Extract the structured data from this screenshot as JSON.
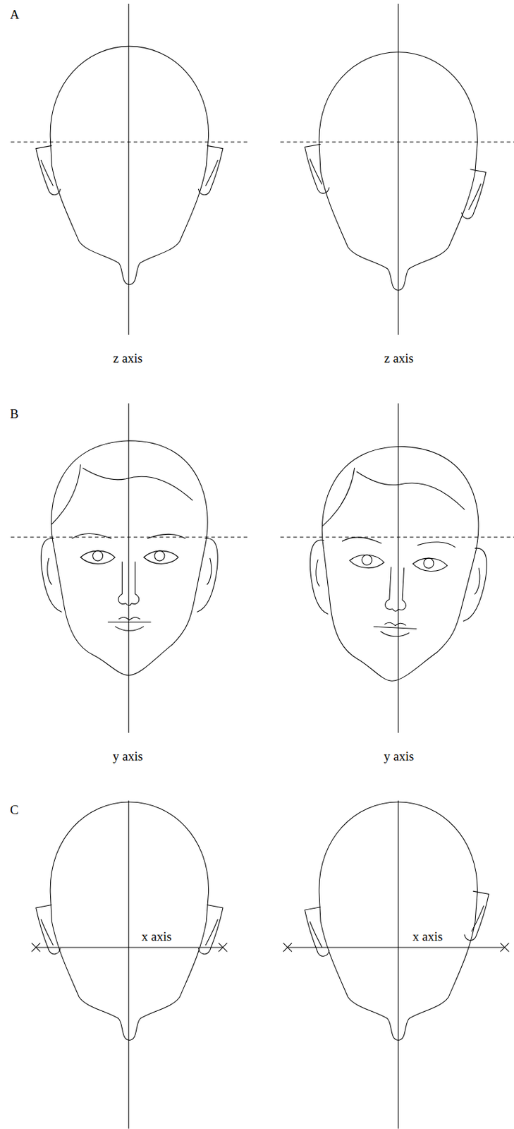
{
  "diagram": {
    "labels": [
      "A",
      "z axis",
      "z axis",
      "B",
      "y axis",
      "y axis",
      "C",
      "x axis",
      "x axis"
    ]
  }
}
